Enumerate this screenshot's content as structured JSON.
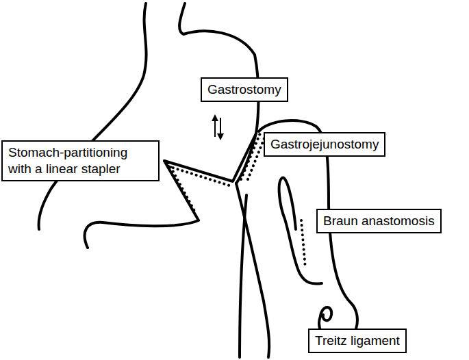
{
  "diagram": {
    "nodes": [
      {
        "text": [
          "Gastrostomy"
        ]
      },
      {
        "text": [
          "Gastrojejunostomy"
        ]
      },
      {
        "text": [
          "Stomach-partitioning with a linear stapler"
        ]
      },
      {
        "text": [
          "Braun anastomosis"
        ]
      },
      {
        "text": [
          "Treitz ligament"
        ]
      }
    ]
  }
}
